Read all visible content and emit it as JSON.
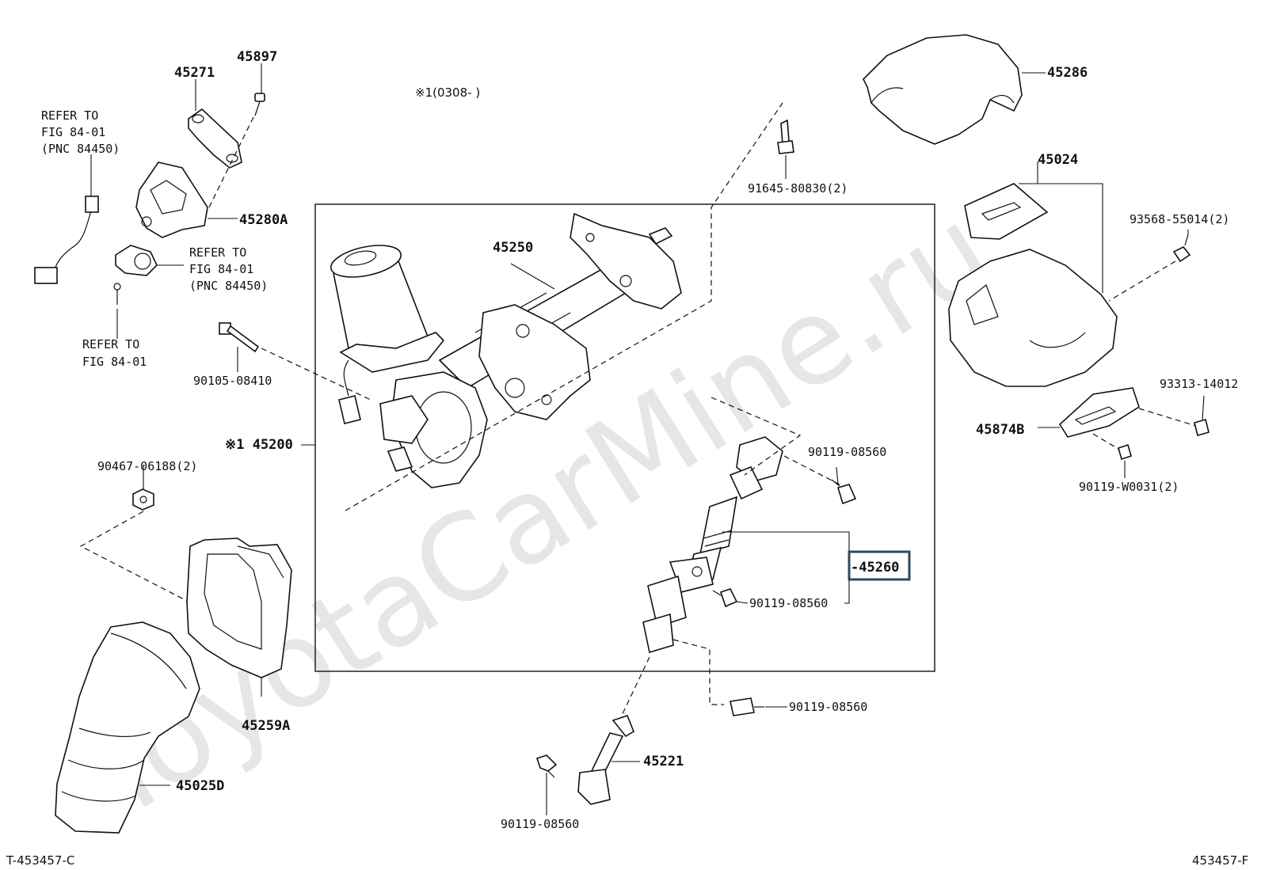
{
  "watermark": "ToyotaCarMine.ru",
  "variant_note": "※1(0308-    )",
  "highlight_color": "#2b4a5e",
  "parts": {
    "p45271": "45271",
    "p45897": "45897",
    "p45280A": "45280A",
    "p45250": "45250",
    "p45286": "45286",
    "p45024": "45024",
    "p45200": "※1 45200",
    "p45260": "-45260",
    "p45259A": "45259A",
    "p45025D": "45025D",
    "p45221": "45221",
    "p45874B": "45874B"
  },
  "refs": {
    "refer1_line1": "REFER TO",
    "refer1_line2": "FIG 84-01",
    "refer1_line3": "(PNC 84450)",
    "refer2_line1": "REFER TO",
    "refer2_line2": "FIG 84-01",
    "refer2_line3": "(PNC 84450)",
    "refer3_line1": "REFER TO",
    "refer3_line2": "FIG 84-01"
  },
  "fasteners": {
    "f91645": "91645-80830(2)",
    "f93568": "93568-55014(2)",
    "f90105": "90105-08410",
    "f90467": "90467-06188(2)",
    "f90119_a": "90119-08560",
    "f90119_b": "90119-08560",
    "f90119_c": "90119-08560",
    "f90119_d": "90119-08560",
    "f93313": "93313-14012",
    "f90119w": "90119-W0031(2)"
  },
  "footer": {
    "left_code": "T-453457-C",
    "right_code": "453457-F"
  }
}
